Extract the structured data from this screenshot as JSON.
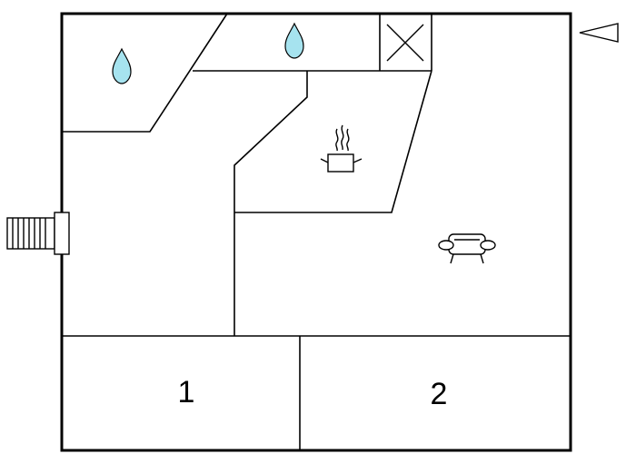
{
  "rooms": [
    {
      "id": "bedroom-1",
      "label": "1"
    },
    {
      "id": "bedroom-2",
      "label": "2"
    },
    {
      "id": "bathroom-1",
      "icon": "water-drop-icon"
    },
    {
      "id": "bathroom-2",
      "icon": "water-drop-icon"
    },
    {
      "id": "kitchen",
      "icon": "cooking-pot-icon"
    },
    {
      "id": "living-room",
      "icon": "sofa-icon"
    },
    {
      "id": "utility-shaft",
      "icon": "cross-box-icon"
    }
  ],
  "entrance": {
    "icon": "stairs-icon"
  },
  "orientation": {
    "icon": "triangle-pointer-icon"
  },
  "colors": {
    "water_drop": "#a6e3ef",
    "walls": "#000000",
    "background": "#ffffff"
  }
}
